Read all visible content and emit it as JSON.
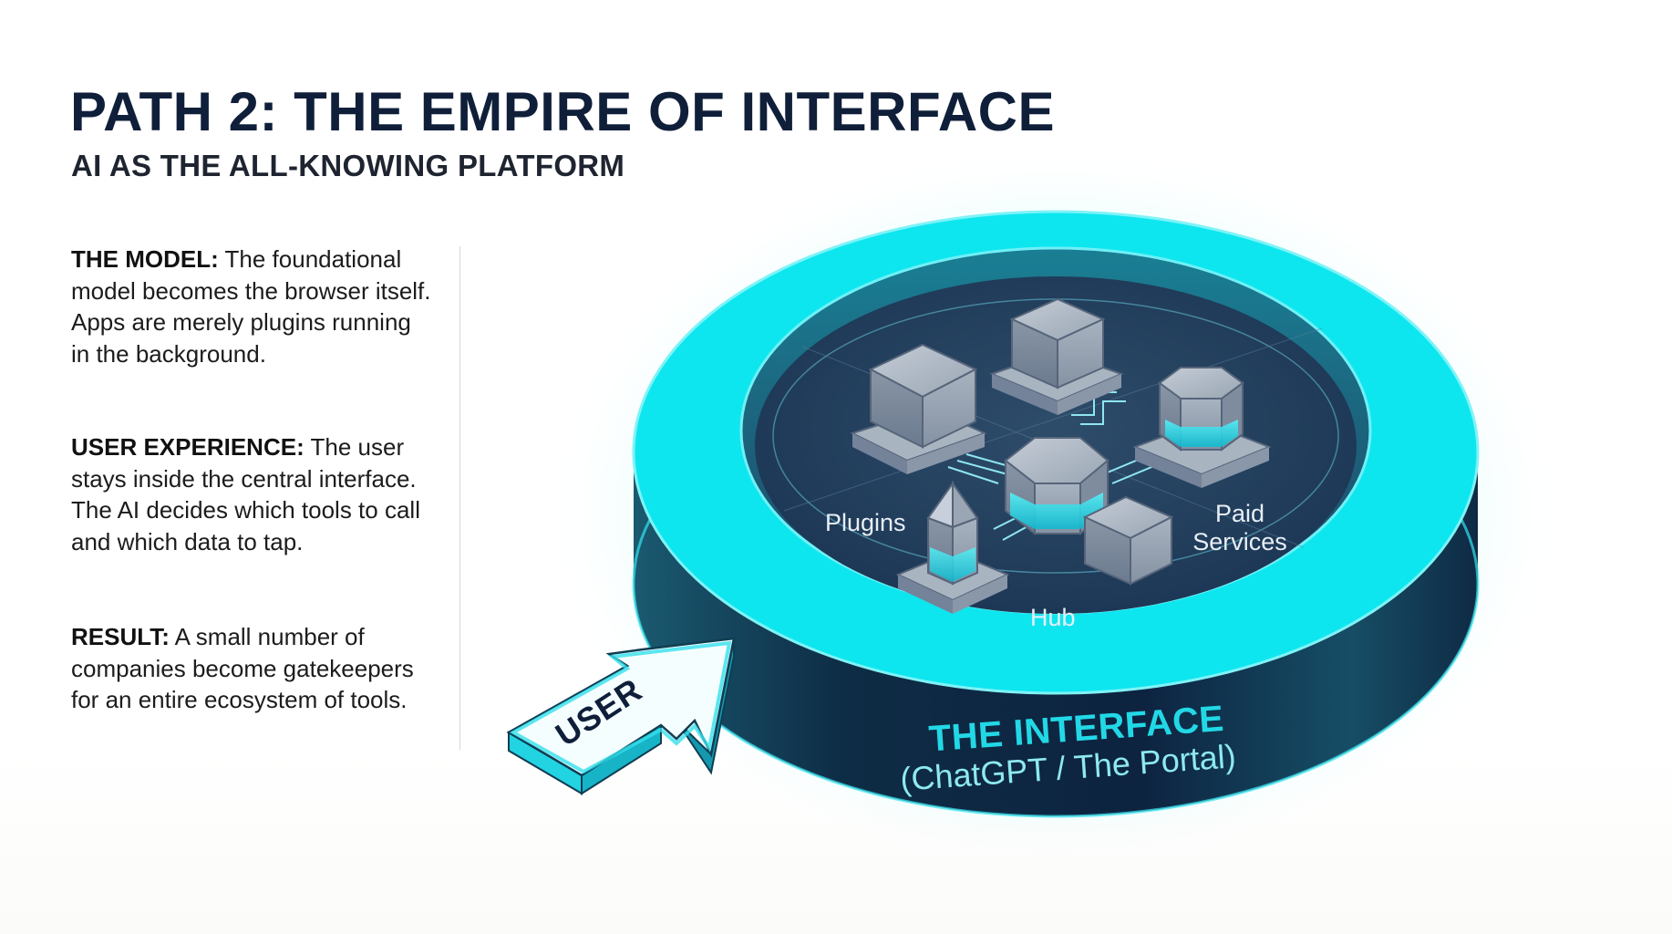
{
  "header": {
    "title": "PATH 2: THE EMPIRE OF INTERFACE",
    "subtitle": "AI AS THE ALL-KNOWING PLATFORM"
  },
  "sections": [
    {
      "heading": "THE MODEL:",
      "text": "The foundational model becomes the browser itself. Apps are merely plugins running in the background."
    },
    {
      "heading": "USER EXPERIENCE:",
      "text": "The user stays inside the central interface. The AI decides which tools to call and which data to tap."
    },
    {
      "heading": "RESULT:",
      "text": "A small number of companies become gatekeepers for an entire ecosystem of tools."
    }
  ],
  "diagram": {
    "platform": {
      "title": "THE INTERFACE",
      "subtitle": "(ChatGPT / The Portal)"
    },
    "user_arrow_label": "USER",
    "nodes": {
      "plugins": "Plugins",
      "paid_services_line1": "Paid",
      "paid_services_line2": "Services",
      "hub": "Hub"
    },
    "colors": {
      "accent_cyan": "#0ee6ef",
      "dark_navy": "#0f1f3a",
      "floor": "#22405c"
    }
  }
}
